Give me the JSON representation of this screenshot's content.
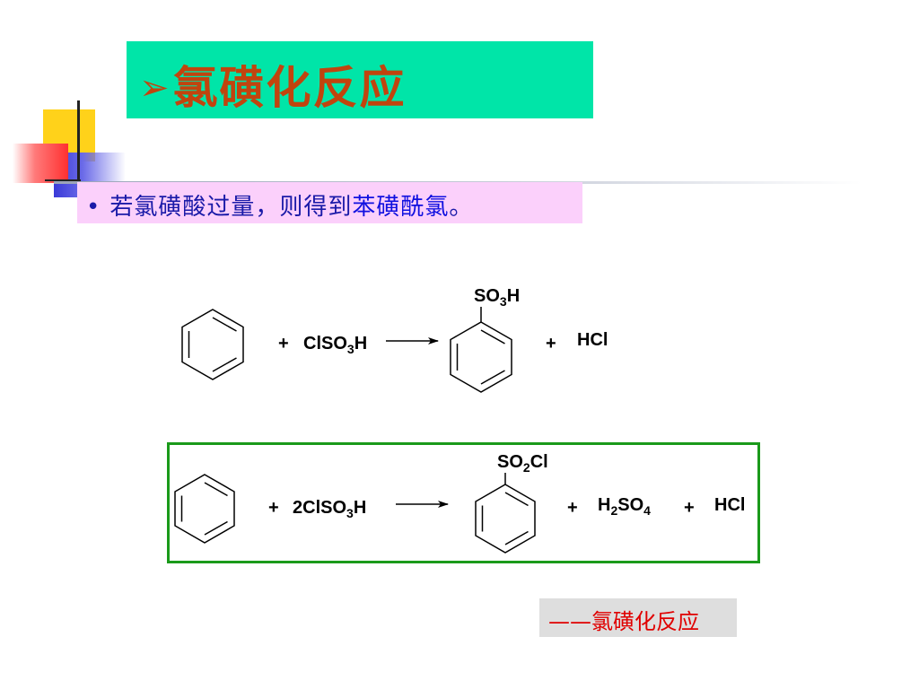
{
  "title": {
    "arrow": "➢",
    "text": "氯磺化反应"
  },
  "bullet": {
    "dot": "•",
    "text_plain": "若氯磺酸过量，则得到",
    "text_highlight": "苯磺酰氯",
    "text_end": "。"
  },
  "reaction1": {
    "plus1": "+",
    "reagent": {
      "main": "ClSO",
      "sub": "3",
      "end": "H"
    },
    "product": {
      "main": "SO",
      "sub": "3",
      "end": "H"
    },
    "plus2": "+",
    "byproduct": "HCl"
  },
  "reaction2": {
    "plus1": "+",
    "reagent": {
      "main": "2ClSO",
      "sub": "3",
      "end": "H"
    },
    "product": {
      "main": "SO",
      "sub": "2",
      "end": "Cl"
    },
    "plus2": "+",
    "byproduct1": {
      "pre": "H",
      "sub1": "2",
      "mid": "SO",
      "sub2": "4"
    },
    "plus3": "+",
    "byproduct2": "HCl",
    "box_color": "#1a9a1a"
  },
  "caption": "——氯磺化反应",
  "colors": {
    "title_bg": "#00e5a8",
    "title_text": "#c1440e",
    "bullet_bg": "#fbd0fb",
    "bullet_text": "#1a1aa8",
    "caption_text": "#e00000"
  }
}
